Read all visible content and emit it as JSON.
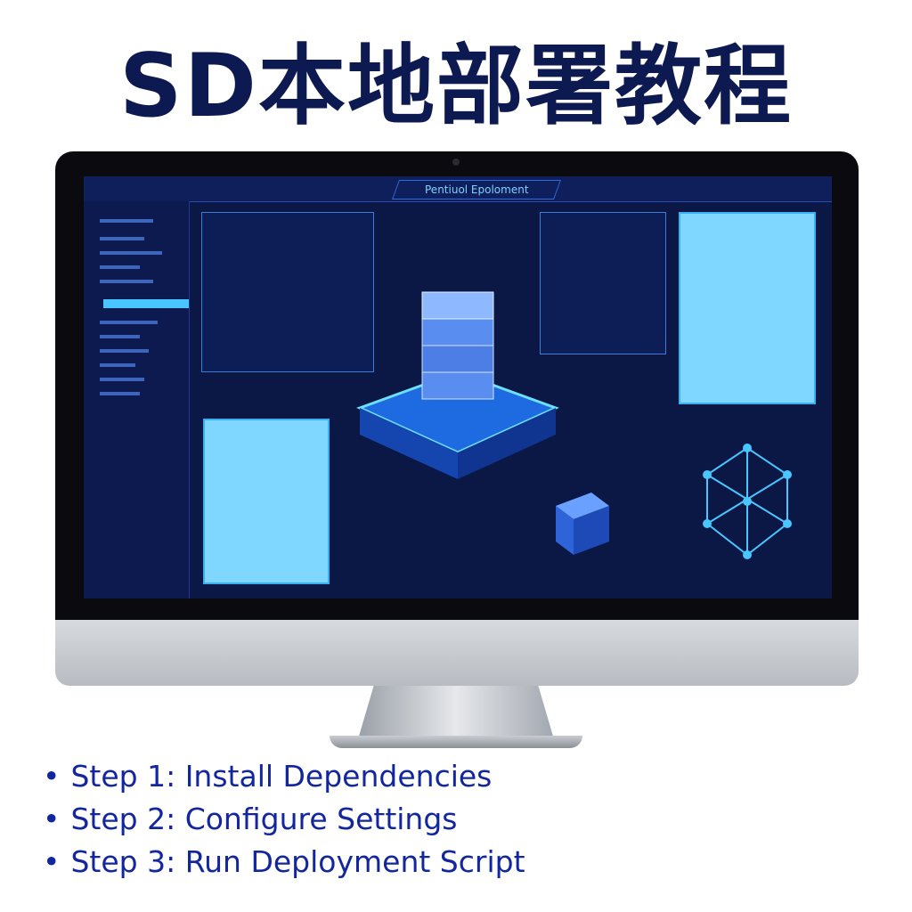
{
  "title": "SD本地部署教程",
  "screen": {
    "header_title": "Pentiuol Epoloment"
  },
  "steps": [
    {
      "label": "Step 1: Install Dependencies"
    },
    {
      "label": "Step 2: Configure Settings"
    },
    {
      "label": "Step 3: Run Deployment Script"
    }
  ],
  "icons": [
    "server-stack-icon",
    "network-graph-icon",
    "cube-icon",
    "camera-icon"
  ],
  "colors": {
    "title": "#0d1a52",
    "steps": "#1226a0",
    "screen": "#0b1745",
    "accent": "#49c6ff"
  }
}
